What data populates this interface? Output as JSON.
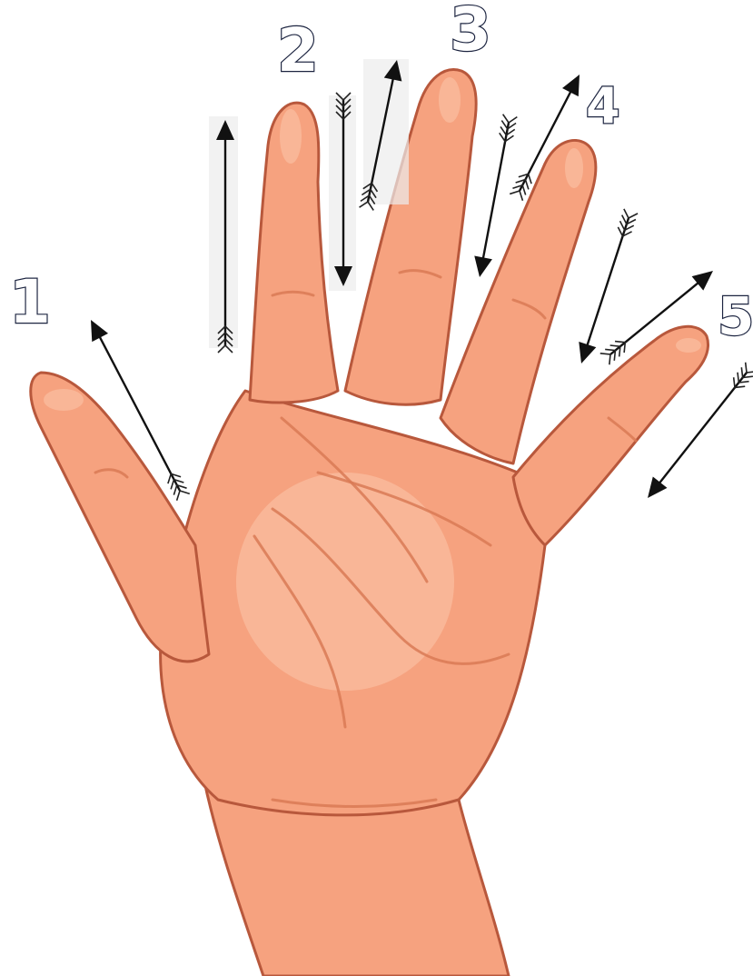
{
  "diagram": {
    "colors": {
      "skin": "#f6a27f",
      "skin_outline": "#b8583c",
      "crease": "#d97a55",
      "arrow": "#111111",
      "number_outline": "#1c2440"
    },
    "finger_numbers": [
      {
        "id": "thumb",
        "text": "1"
      },
      {
        "id": "index",
        "text": "2"
      },
      {
        "id": "middle",
        "text": "3"
      },
      {
        "id": "ring",
        "text": "4"
      },
      {
        "id": "little",
        "text": "5"
      }
    ],
    "arrows": [
      {
        "finger": "thumb",
        "direction": "up"
      },
      {
        "finger": "index",
        "direction": "up"
      },
      {
        "finger": "index-middle",
        "direction": "down"
      },
      {
        "finger": "index-middle",
        "direction": "up"
      },
      {
        "finger": "middle-ring",
        "direction": "down"
      },
      {
        "finger": "middle-ring",
        "direction": "up"
      },
      {
        "finger": "ring-little",
        "direction": "down"
      },
      {
        "finger": "ring-little",
        "direction": "up"
      },
      {
        "finger": "little",
        "direction": "down"
      }
    ]
  }
}
